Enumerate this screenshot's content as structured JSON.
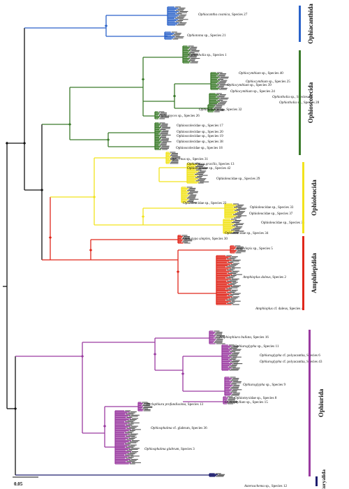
{
  "figure": {
    "scale_label": "0.05",
    "clades": [
      {
        "name": "Ophiacanthida",
        "color": "#2a62c9"
      },
      {
        "name": "Ophioscolecida",
        "color": "#3a7a2a"
      },
      {
        "name": "Ophioleucida",
        "color": "#f2e31c"
      },
      {
        "name": "Amphilepidida",
        "color": "#e0271b"
      },
      {
        "name": "Ophiurida",
        "color": "#9a3aa0"
      },
      {
        "name": "Euryalida",
        "color": "#1d1d6e"
      }
    ],
    "species_labels": [
      {
        "genus": "Ophiacantha cosmica",
        "rest": ", Species 27",
        "italic_part": true
      },
      {
        "genus": "Ophiotoma",
        "rest": " sp., Species 21",
        "italic_part": true
      },
      {
        "genus": "Ophiotholia",
        "rest": " sp., Species 1",
        "italic_part": true
      },
      {
        "genus": "Ophiocymbium",
        "rest": " sp., Species 40",
        "italic_part": true
      },
      {
        "genus": "Ophiocymbium",
        "rest": " sp., Species 25",
        "italic_part": true
      },
      {
        "genus": "Ophiocymbium",
        "rest": " sp., Species 39",
        "italic_part": true
      },
      {
        "genus": "Ophiocymbium",
        "rest": " sp., Species 24",
        "italic_part": true
      },
      {
        "genus": "Ophiotholia",
        "rest": " sp., Species 41",
        "italic_part": true
      },
      {
        "genus": "Ophiotholia",
        "rest": " sp., Species 28",
        "italic_part": true
      },
      {
        "genus": "Ophiolebellae",
        "rest": " sp., Species 32",
        "italic_part": true
      },
      {
        "genus": "Ophiomyces",
        "rest": " sp., Species 26",
        "italic_part": true
      },
      {
        "genus": "Ophioscolecidae",
        "rest": " sp., Species 17",
        "italic_part": false
      },
      {
        "genus": "Ophioscolecidae",
        "rest": " sp., Species 20",
        "italic_part": false
      },
      {
        "genus": "Ophioscolecidae",
        "rest": " sp., Species 19",
        "italic_part": false
      },
      {
        "genus": "Ophioscolecidae",
        "rest": " sp., Species 38",
        "italic_part": false
      },
      {
        "genus": "Ophioscolecidae",
        "rest": " sp., Species 18",
        "italic_part": false
      },
      {
        "genus": "Ophiernus",
        "rest": " sp., Species 31",
        "italic_part": true
      },
      {
        "genus": "Ophiolience gracilis",
        "rest": ", Species 13",
        "italic_part": true
      },
      {
        "genus": "Ophioleucidae",
        "rest": " sp., Species 42",
        "italic_part": false
      },
      {
        "genus": "Ophioleucidae",
        "rest": " sp., Species 29",
        "italic_part": false
      },
      {
        "genus": "Ophioleucidae",
        "rest": " sp., Species 22",
        "italic_part": false
      },
      {
        "genus": "Ophioleucidae",
        "rest": " sp., Species 33",
        "italic_part": false
      },
      {
        "genus": "Ophioleucidae",
        "rest": " sp., Species 37",
        "italic_part": false
      },
      {
        "genus": "Ophioleucidae",
        "rest": " sp., Species 35",
        "italic_part": false
      },
      {
        "genus": "Ophioleucidae",
        "rest": " sp., Species 34",
        "italic_part": false
      },
      {
        "genus": "Ophiotypa simplex",
        "rest": ", Species 30",
        "italic_part": true
      },
      {
        "genus": "Amphilepis",
        "rest": " sp., Species 5",
        "italic_part": true
      },
      {
        "genus": "Amphioplus daleus",
        "rest": ", Species 2",
        "italic_part": true
      },
      {
        "genus": "Amphioplus",
        "rest": " cf. daleus, Species 4",
        "italic_part": true
      },
      {
        "genus": "Amphiophiura bullata",
        "rest": ", Species 16",
        "italic_part": true
      },
      {
        "genus": "Ophiuroglypha",
        "rest": " sp., Species 11",
        "italic_part": true
      },
      {
        "genus": "Ophiuroglypha",
        "rest": " cf. polyacantha, Species 6",
        "italic_part": true
      },
      {
        "genus": "Ophiuroglypha",
        "rest": " cf. polyacantha, Species 43",
        "italic_part": true
      },
      {
        "genus": "Ophiuroglypha",
        "rest": " sp., Species 9",
        "italic_part": true
      },
      {
        "genus": "Ophiomyxidae",
        "rest": " sp., Species 8",
        "italic_part": false
      },
      {
        "genus": "Ophiophyllum",
        "rest": " sp., Species 15",
        "italic_part": true
      },
      {
        "genus": "Perlophiura profundissima",
        "rest": ", Species 13",
        "italic_part": true
      },
      {
        "genus": "Ophiosphalma",
        "rest": " cf. glabrum, Species 36",
        "italic_part": true
      },
      {
        "genus": "Ophiosphalma glabrum",
        "rest": ", Species 3",
        "italic_part": true
      },
      {
        "genus": "Asteroschema",
        "rest": " sp., Species 12",
        "italic_part": true
      }
    ]
  }
}
